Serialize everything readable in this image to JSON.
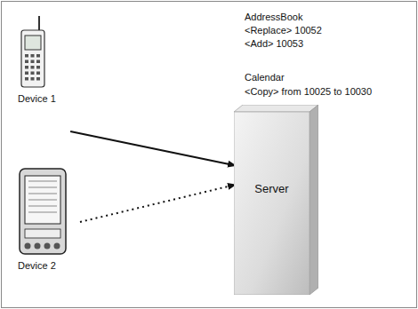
{
  "diagram": {
    "nodes": [
      {
        "text": [
          "Device 1"
        ]
      },
      {
        "text": [
          "Device 2"
        ]
      },
      {
        "text": [
          "Server"
        ]
      }
    ],
    "edges": [
      {
        "from": 0,
        "to": 2,
        "arrow": "to"
      },
      {
        "from": 1,
        "to": 2,
        "arrow": "to"
      }
    ],
    "labels": [
      "AddressBook",
      "<Replace> 10052",
      "<Add> 10053",
      "Calendar",
      "<Copy> from 10025  to 10030"
    ]
  }
}
